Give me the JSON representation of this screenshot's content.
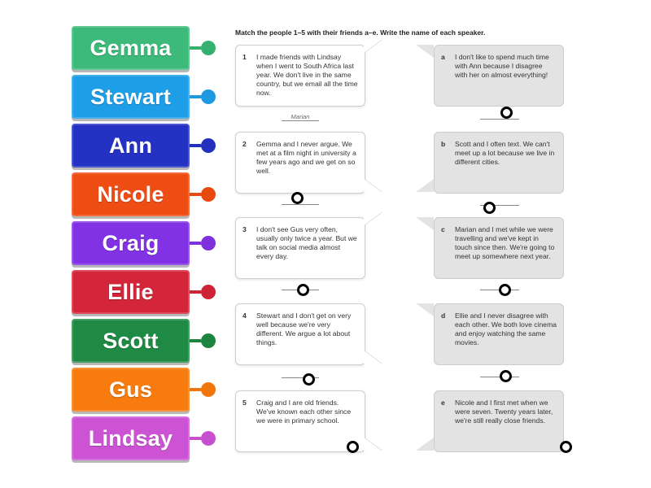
{
  "instructions": "Match the people 1–5 with their friends a–e. Write the name of each speaker.",
  "tiles": [
    {
      "label": "Gemma",
      "color": "#3dba7a",
      "dot": "#36b070"
    },
    {
      "label": "Stewart",
      "color": "#1f9ee8",
      "dot": "#1e98e0"
    },
    {
      "label": "Ann",
      "color": "#2432c4",
      "dot": "#2230bd"
    },
    {
      "label": "Nicole",
      "color": "#ee4d14",
      "dot": "#e64a10"
    },
    {
      "label": "Craig",
      "color": "#8132e4",
      "dot": "#7d30dc"
    },
    {
      "label": "Ellie",
      "color": "#d4263a",
      "dot": "#cc2436"
    },
    {
      "label": "Scott",
      "color": "#1e8a44",
      "dot": "#1d8440"
    },
    {
      "label": "Gus",
      "color": "#f77b0e",
      "dot": "#f0760c"
    },
    {
      "label": "Lindsay",
      "color": "#cc54d4",
      "dot": "#c650ce"
    }
  ],
  "left_items": [
    {
      "num": "1",
      "text": "I made friends with Lindsay when I went to South Africa last year. We don't live in the same country, but we email all the time now."
    },
    {
      "num": "2",
      "text": "Gemma and I never argue. We met at a film night in university a few years ago and we get on so well."
    },
    {
      "num": "3",
      "text": "I don't see Gus very often, usually only twice a year. But we talk on social media almost every day."
    },
    {
      "num": "4",
      "text": "Stewart and I don't get on very well because we're very different. We argue a lot about things."
    },
    {
      "num": "5",
      "text": "Craig and I are old friends. We've known each other since we were in primary school."
    }
  ],
  "right_items": [
    {
      "num": "a",
      "text": "I don't like to spend much time with Ann because I disagree with her on almost everything!"
    },
    {
      "num": "b",
      "text": "Scott and I often text. We can't meet up a lot because we live in different cities."
    },
    {
      "num": "c",
      "text": "Marian and I met while we were travelling and we've kept in touch since then. We're going to meet up somewhere next year."
    },
    {
      "num": "d",
      "text": "Ellie and I never disagree with each other. We both love cinema and enjoy watching the same movies."
    },
    {
      "num": "e",
      "text": "Nicole and I first met when we were seven. Twenty years later, we're still really close friends."
    }
  ],
  "example_answer": "Marian"
}
